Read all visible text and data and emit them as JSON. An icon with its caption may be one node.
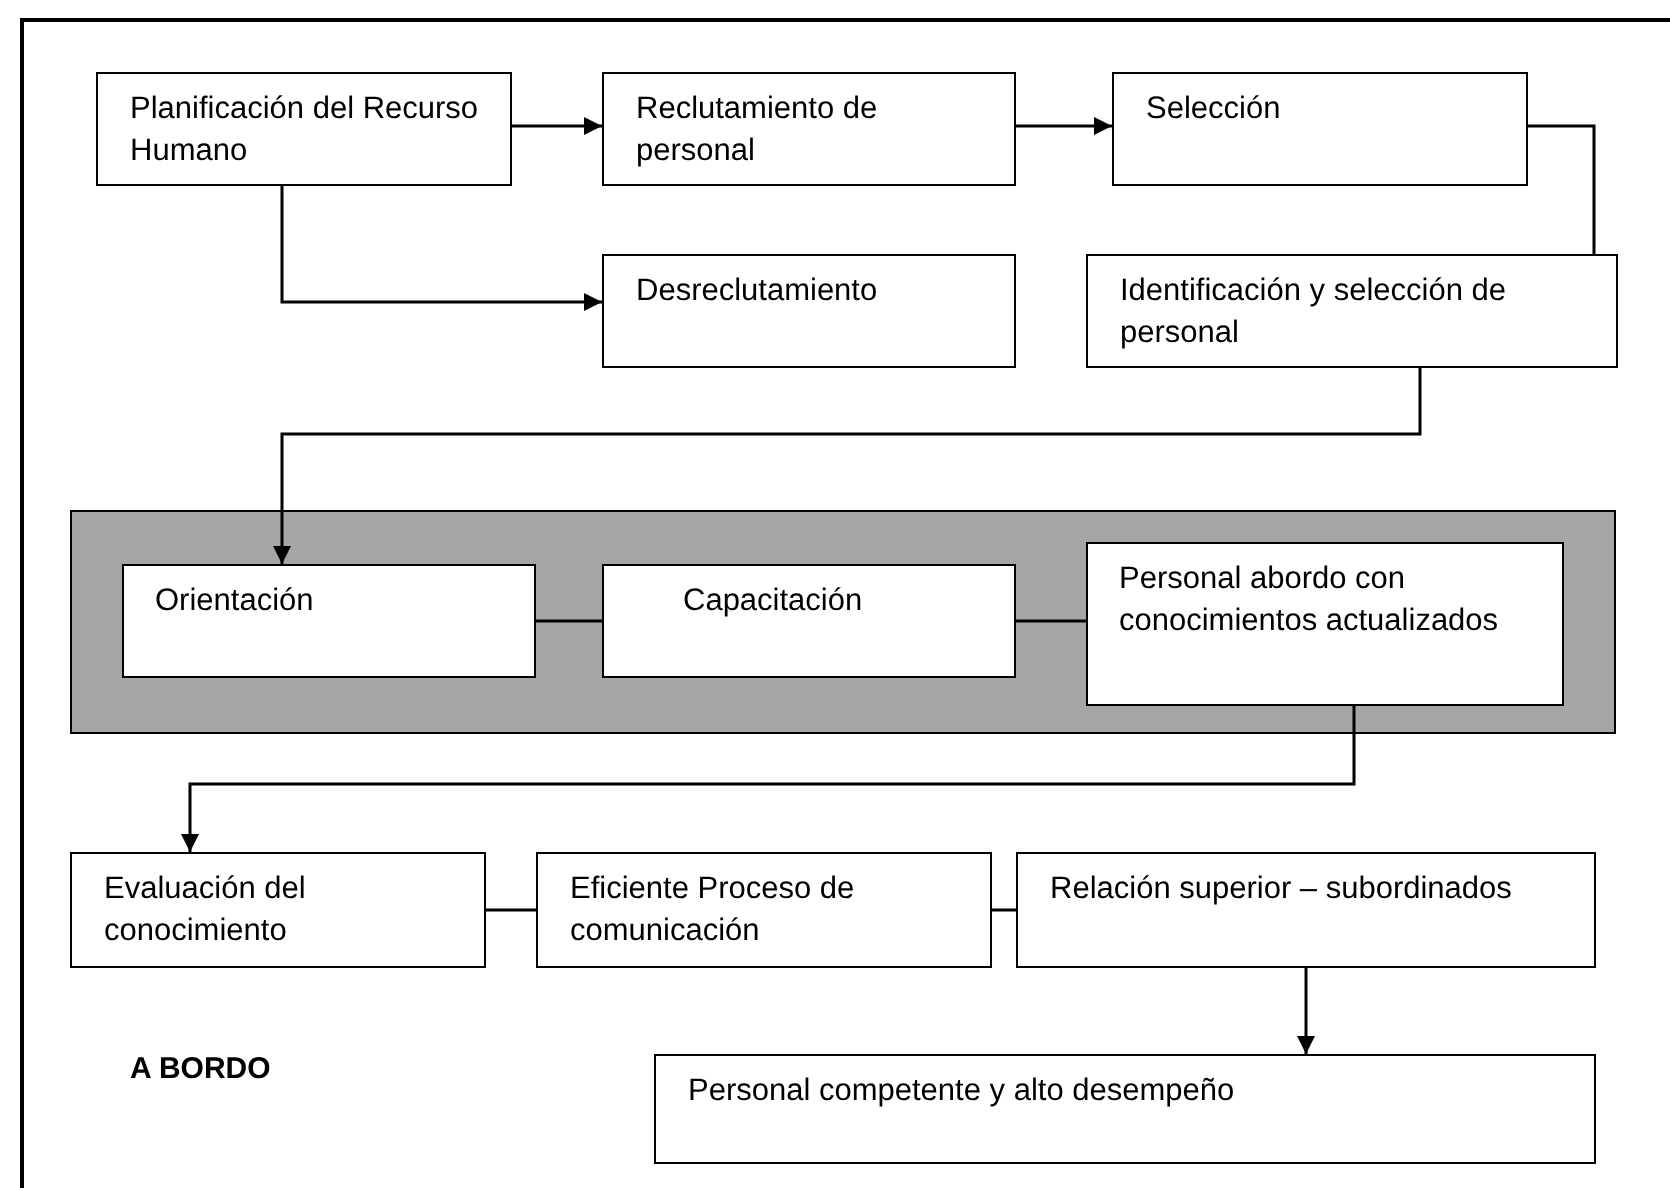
{
  "diagram": {
    "nodes": [
      {
        "text": [
          "Planificación del Recurso Humano"
        ]
      },
      {
        "text": [
          "Reclutamiento de personal"
        ]
      },
      {
        "text": [
          "Selección"
        ]
      },
      {
        "text": [
          "Desreclutamiento"
        ]
      },
      {
        "text": [
          "Identificación y selección de  personal"
        ]
      },
      {
        "text": [],
        "shape": "box"
      },
      {
        "text": [
          "Orientación"
        ],
        "in": 5
      },
      {
        "text": [
          "Capacitación"
        ],
        "in": 5
      },
      {
        "text": [
          "Personal abordo con conocimientos actualizados"
        ],
        "in": 5
      },
      {
        "text": [
          "Evaluación  del conocimiento"
        ]
      },
      {
        "text": [
          "Eficiente Proceso de comunicación"
        ]
      },
      {
        "text": [
          "Relación  superior – subordinados"
        ]
      },
      {
        "text": [
          "Personal competente y alto desempeño"
        ]
      }
    ],
    "edges": [
      {
        "from": 0,
        "to": 1,
        "arrow": "to"
      },
      {
        "from": 1,
        "to": 2,
        "arrow": "to"
      },
      {
        "from": 0,
        "to": 3,
        "arrow": "to"
      },
      {
        "from": 2,
        "to": 4,
        "arrow": "none"
      },
      {
        "from": 4,
        "to": 6,
        "arrow": "to"
      },
      {
        "from": 6,
        "to": 7,
        "arrow": "none"
      },
      {
        "from": 7,
        "to": 8,
        "arrow": "none"
      },
      {
        "from": 8,
        "to": 9,
        "arrow": "to"
      },
      {
        "from": 9,
        "to": 10,
        "arrow": "none"
      },
      {
        "from": 10,
        "to": 11,
        "arrow": "none"
      },
      {
        "from": 11,
        "to": 12,
        "arrow": "to"
      }
    ],
    "labels": [
      "A BORDO"
    ]
  }
}
